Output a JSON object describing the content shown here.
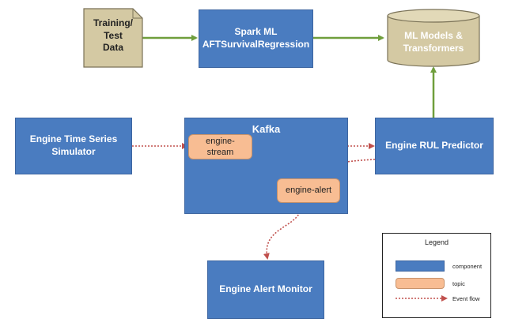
{
  "nodes": {
    "training_data": "Training/\nTest\nData",
    "spark_ml": "Spark ML\nAFTSurvivalRegression",
    "ml_models": "ML Models &\nTransformers",
    "simulator": "Engine Time Series\nSimulator",
    "kafka": "Kafka",
    "engine_stream": "engine-\nstream",
    "engine_alert": "engine-alert",
    "rul_predictor": "Engine RUL Predictor",
    "alert_monitor": "Engine Alert Monitor"
  },
  "legend": {
    "title": "Legend",
    "component": "component",
    "topic": "topic",
    "event_flow": "Event flow"
  },
  "colors": {
    "component": "#4a7cc0",
    "topic": "#f8bd93",
    "document": "#d4c9a3",
    "data_flow": "#6f9e3c",
    "event_flow": "#c0504d"
  }
}
